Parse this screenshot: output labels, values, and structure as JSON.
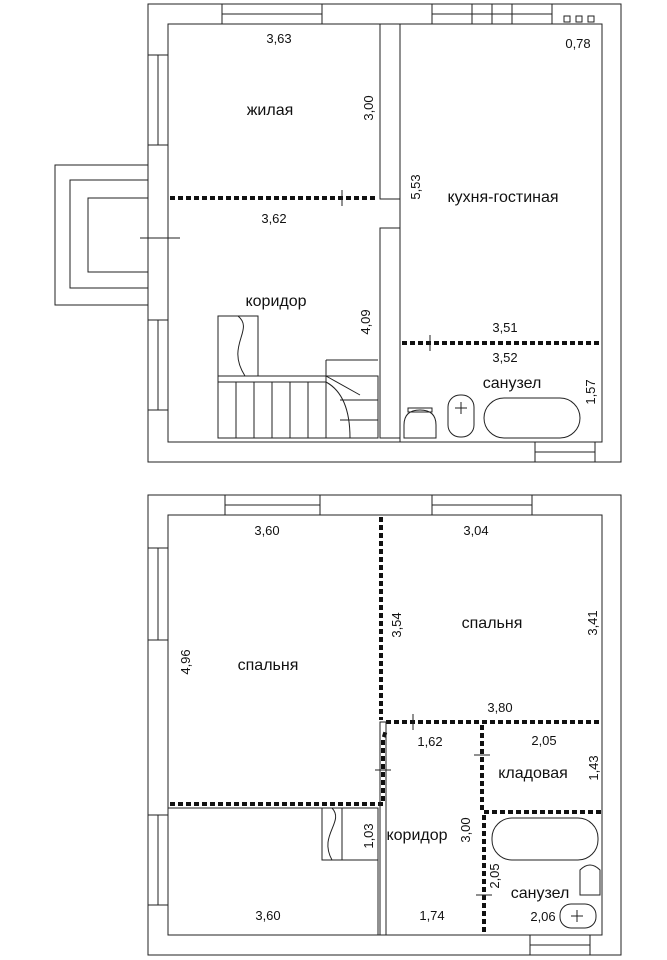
{
  "floor1": {
    "rooms": {
      "living": "жилая",
      "kitchen": "кухня-гостиная",
      "corridor": "коридор",
      "bathroom": "санузел"
    },
    "dims": {
      "living_top": "3,63",
      "living_side": "3,00",
      "corner": "0,78",
      "kitchen_side": "5,53",
      "living_bottom": "3,62",
      "corridor_side": "4,09",
      "kitchen_bottom": "3,51",
      "bath_top": "3,52",
      "bath_side": "1,57"
    }
  },
  "floor2": {
    "rooms": {
      "bedroom_left": "спальня",
      "bedroom_right": "спальня",
      "storage": "кладовая",
      "corridor": "коридор",
      "bathroom": "санузел"
    },
    "dims": {
      "bl_top": "3,60",
      "br_top": "3,04",
      "br_left": "3,54",
      "br_right": "3,41",
      "bl_side": "4,96",
      "br_bottom": "3,80",
      "hall_top": "1,62",
      "storage_top": "2,05",
      "storage_side": "1,43",
      "stair_side": "1,03",
      "corridor_side": "3,00",
      "bath_side": "2,05",
      "bottom_left": "3,60",
      "bottom_mid": "1,74",
      "bath_bottom": "2,06"
    }
  }
}
